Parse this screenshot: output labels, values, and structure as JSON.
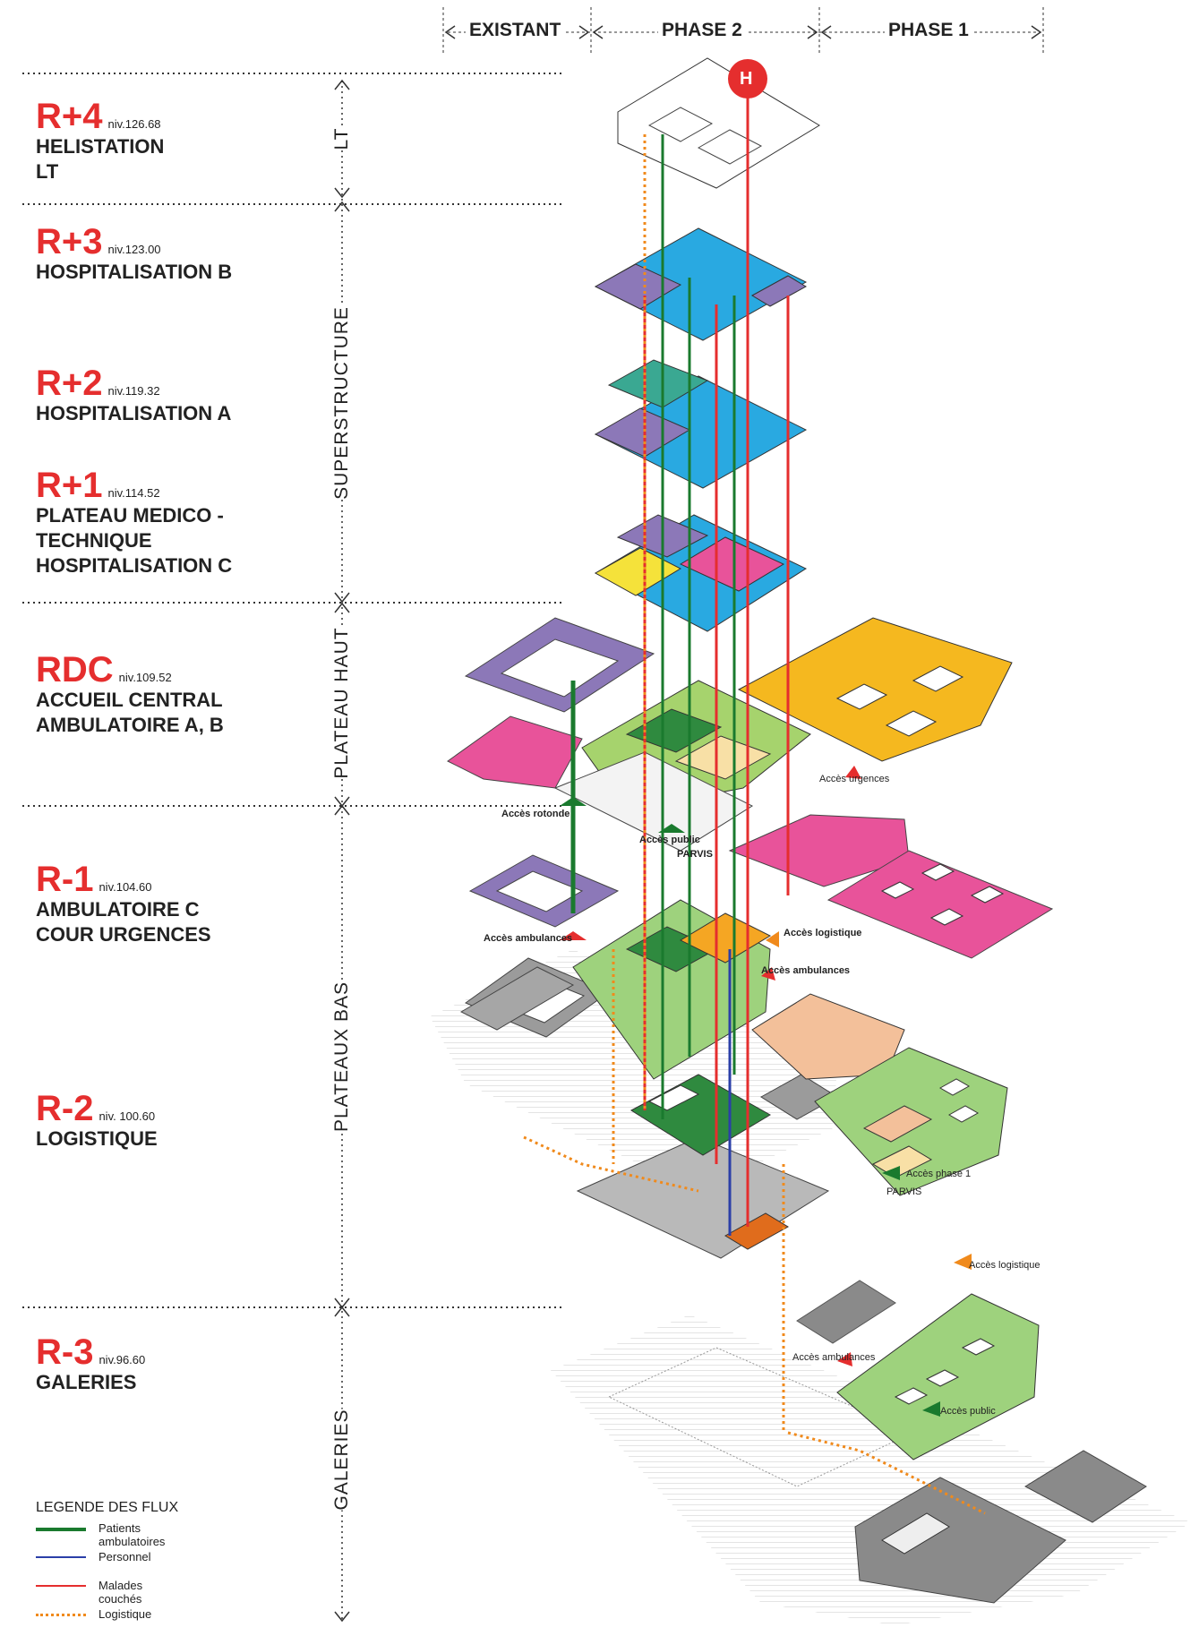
{
  "phases": {
    "existant": "EXISTANT",
    "phase2": "PHASE 2",
    "phase1": "PHASE 1"
  },
  "levels": [
    {
      "code": "R+4",
      "niv": "niv.126.68",
      "name1": "HELISTATION",
      "name2": "LT",
      "name3": ""
    },
    {
      "code": "R+3",
      "niv": "niv.123.00",
      "name1": "HOSPITALISATION B",
      "name2": "",
      "name3": ""
    },
    {
      "code": "R+2",
      "niv": "niv.119.32",
      "name1": "HOSPITALISATION A",
      "name2": "",
      "name3": ""
    },
    {
      "code": "R+1",
      "niv": "niv.114.52",
      "name1": "PLATEAU MEDICO -",
      "name2": "TECHNIQUE",
      "name3": "HOSPITALISATION C"
    },
    {
      "code": "RDC",
      "niv": "niv.109.52",
      "name1": "ACCUEIL CENTRAL",
      "name2": "AMBULATOIRE A, B",
      "name3": ""
    },
    {
      "code": "R-1",
      "niv": "niv.104.60",
      "name1": "AMBULATOIRE C",
      "name2": "COUR URGENCES",
      "name3": ""
    },
    {
      "code": "R-2",
      "niv": "niv. 100.60",
      "name1": "LOGISTIQUE",
      "name2": "",
      "name3": ""
    },
    {
      "code": "R-3",
      "niv": "niv.96.60",
      "name1": "GALERIES",
      "name2": "",
      "name3": ""
    }
  ],
  "zones": {
    "lt": "LT",
    "superstructure": "SUPERSTRUCTURE",
    "plateau_haut": "PLATEAU HAUT",
    "plateaux_bas": "PLATEAUX BAS",
    "galeries": "GALERIES"
  },
  "annotations": {
    "helipad": "H",
    "acces_urgences": "Accès urgences",
    "acces_rotonde": "Accès rotonde",
    "acces_public": "Accès public",
    "parvis": "PARVIS",
    "acces_logistique": "Accès logistique",
    "acces_ambulances": "Accès ambulances",
    "acces_phase1": "Accès phase 1",
    "acces_publique_r3": "Accès public",
    "parvis_2": "PARVIS"
  },
  "legend": {
    "title": "LEGENDE DES FLUX",
    "items": [
      {
        "label": "Patients ambulatoires",
        "color": "#1a7a2e",
        "style": "solid"
      },
      {
        "label": "Personnel",
        "color": "#2b3fa8",
        "style": "solid"
      },
      {
        "label": "Malades couchés",
        "color": "#e52e2e",
        "style": "solid"
      },
      {
        "label": "Logistique",
        "color": "#f08a1c",
        "style": "dotted"
      }
    ]
  },
  "colors": {
    "level_code": "#e52e2e",
    "blue": "#29a9e1",
    "purple": "#8c78b8",
    "teal": "#3aa892",
    "pink": "#e8539a",
    "orange": "#f5a623",
    "green": "#8bc64a",
    "lightgreen": "#9ed27d",
    "darkgreen": "#2f8a3f",
    "peach": "#f3c09a",
    "grey": "#b9b9b9"
  }
}
